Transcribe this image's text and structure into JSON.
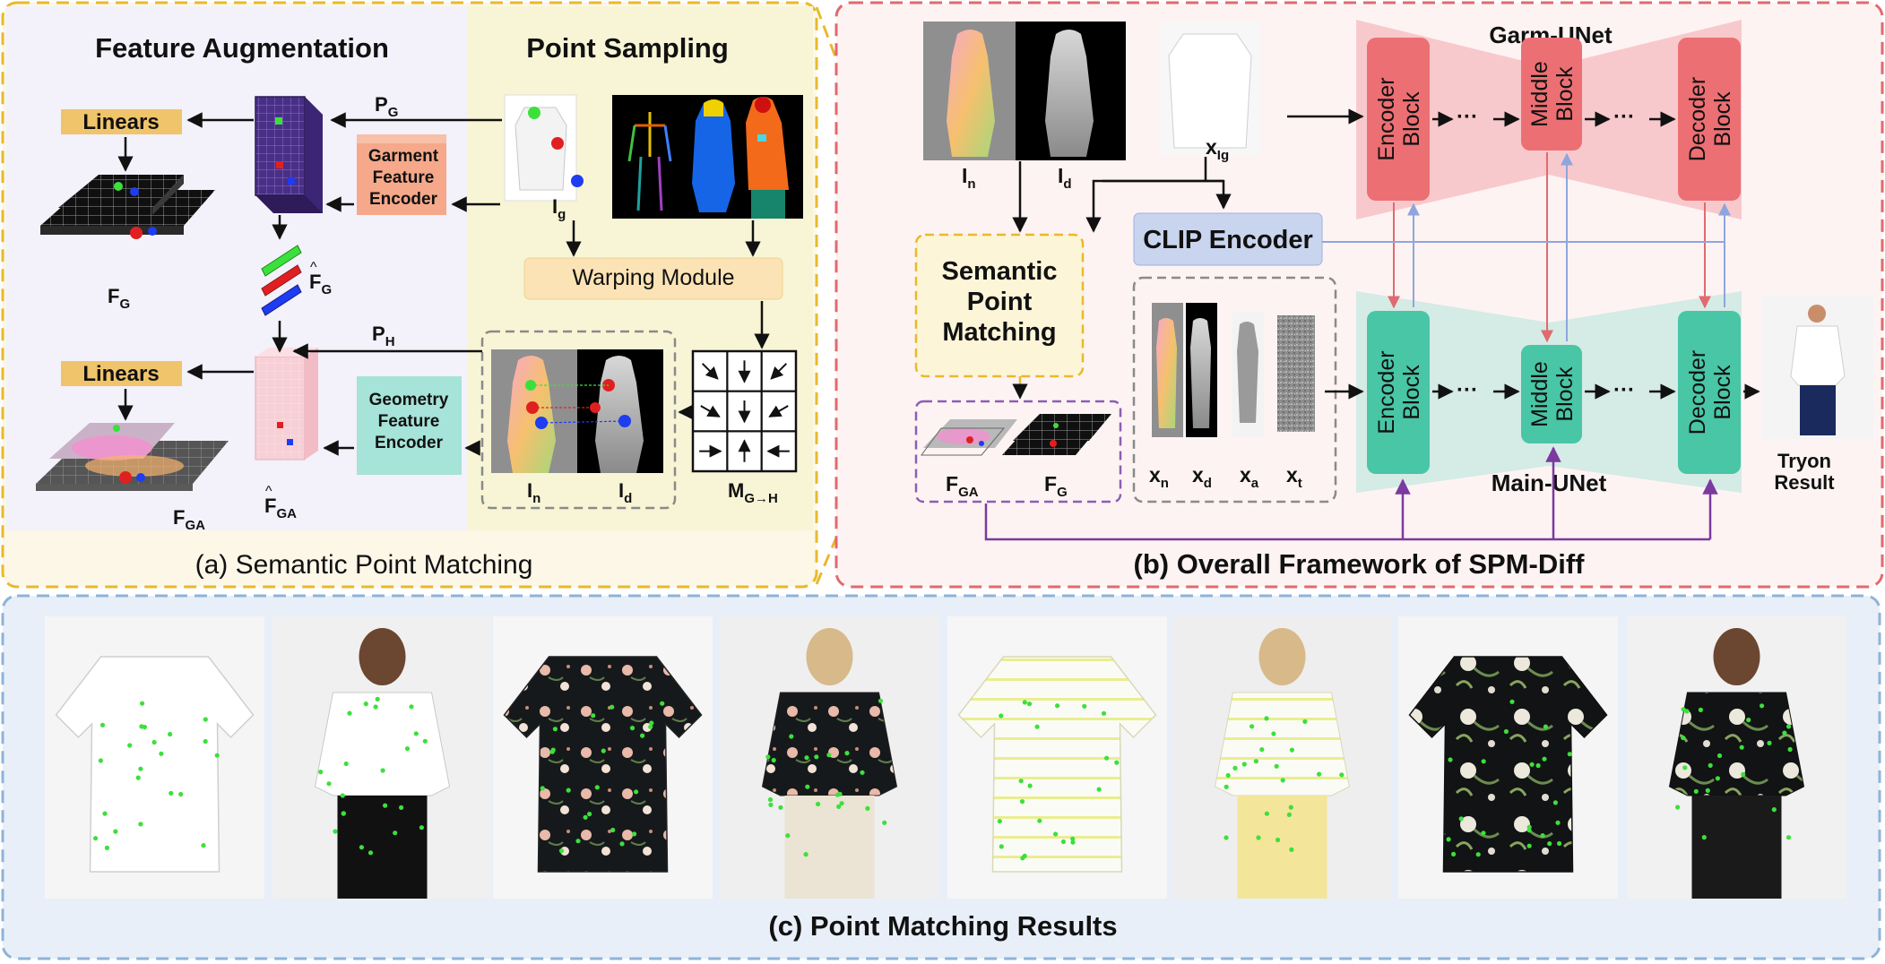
{
  "panel_a": {
    "caption": "(a) Semantic Point Matching",
    "feature_augmentation_title": "Feature Augmentation",
    "point_sampling_title": "Point Sampling",
    "linears_top": "Linears",
    "linears_bottom": "Linears",
    "garment_encoder": [
      "Garment",
      "Feature",
      "Encoder"
    ],
    "geometry_encoder": [
      "Geometry",
      "Feature",
      "Encoder"
    ],
    "warping_module": "Warping Module",
    "labels": {
      "fg_main": "F",
      "fg_sub": "G",
      "fg_hat_main": "F",
      "fg_hat_sub": "G",
      "fga_hat_main": "F",
      "fga_hat_sub": "GA",
      "fga_main": "F",
      "fga_sub": "GA",
      "pg_main": "P",
      "pg_sub": "G",
      "ph_main": "P",
      "ph_sub": "H",
      "ig_main": "I",
      "ig_sub": "g",
      "in_main": "I",
      "in_sub": "n",
      "id_main": "I",
      "id_sub": "d",
      "m_main": "M",
      "m_sub": "G→H"
    }
  },
  "panel_b": {
    "caption": "(b) Overall Framework of SPM-Diff",
    "garm_unet": "Garm-UNet",
    "main_unet": "Main-UNet",
    "clip_encoder": "CLIP Encoder",
    "spm_box": [
      "Semantic",
      "Point",
      "Matching"
    ],
    "encoder_block": [
      "Encoder",
      "Block"
    ],
    "middle_block": [
      "Middle",
      "Block"
    ],
    "decoder_block": [
      "Decoder",
      "Block"
    ],
    "dots": "···",
    "tryon_result": [
      "Tryon",
      "Result"
    ],
    "labels": {
      "in_main": "I",
      "in_sub": "n",
      "id_main": "I",
      "id_sub": "d",
      "xig_main": "x",
      "xig_sub": "Ig",
      "xn_main": "x",
      "xn_sub": "n",
      "xd_main": "x",
      "xd_sub": "d",
      "xa_main": "x",
      "xa_sub": "a",
      "xt_main": "x",
      "xt_sub": "t",
      "fga_main": "F",
      "fga_sub": "GA",
      "fg_main": "F",
      "fg_sub": "G"
    }
  },
  "panel_c": {
    "caption": "(c) Point Matching Results"
  },
  "colors": {
    "panel_a_border": "#e9b92c",
    "panel_b_border": "#e06a6f",
    "panel_c_border": "#8fb3d9",
    "encoder_red": "#ec6f73",
    "encoder_green": "#48c6a6",
    "clip_blue": "#c9d4ee",
    "linears_gold": "#f0c46b",
    "warping_orange": "#fbe3b5",
    "garment_enc": "#f5a98a",
    "geometry_enc": "#a6e3d8",
    "feature_purple": "#5a3e8e",
    "point_green": "#3ce03c",
    "purple_line": "#7a3aa0"
  }
}
